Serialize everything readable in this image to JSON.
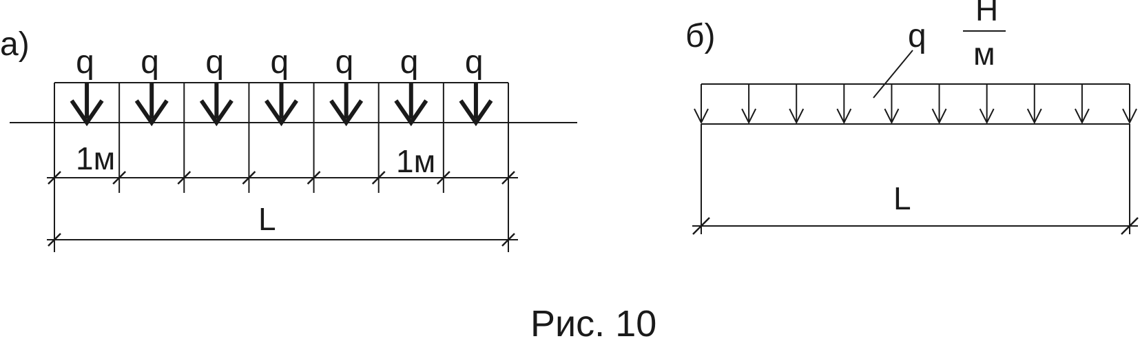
{
  "figure_a": {
    "label": "а)",
    "load_symbol": "q",
    "segment_count": 7,
    "segment_length_label": "1м",
    "span_label": "L"
  },
  "figure_b": {
    "label": "б)",
    "load_symbol": "q",
    "unit_numerator": "Н",
    "unit_denominator": "м",
    "arrow_count": 10,
    "span_label": "L"
  },
  "caption": "Рис. 10",
  "colors": {
    "ink": "#1a1a1a",
    "background": "#ffffff"
  }
}
